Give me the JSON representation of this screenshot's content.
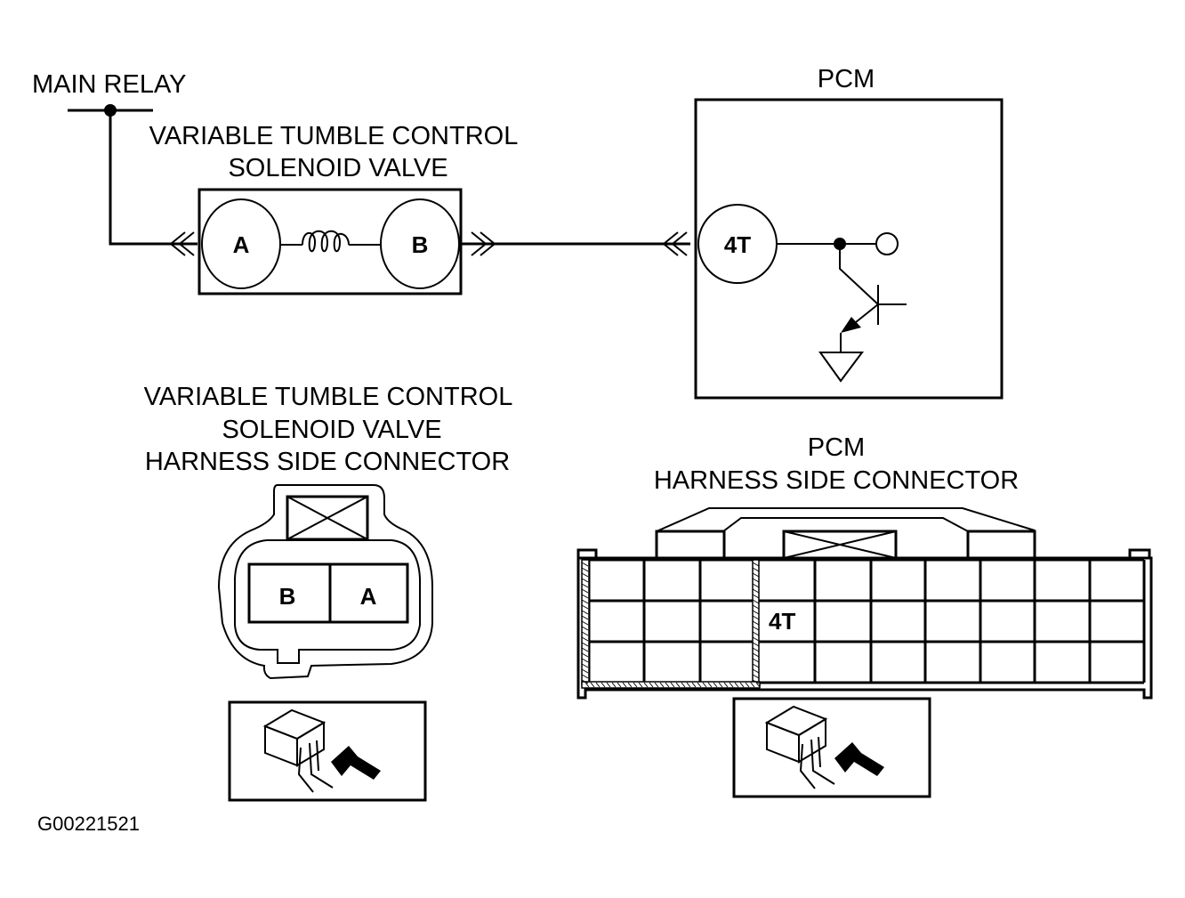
{
  "diagram": {
    "figure_id": "G00221521",
    "schematic": {
      "main_relay_label": "MAIN RELAY",
      "solenoid_title": [
        "VARIABLE TUMBLE CONTROL",
        "SOLENOID VALVE"
      ],
      "solenoid_pins": [
        "A",
        "B"
      ],
      "pcm_title": "PCM",
      "pcm_terminal": "4T"
    },
    "solenoid_connector": {
      "title": [
        "VARIABLE TUMBLE CONTROL",
        "SOLENOID VALVE",
        "HARNESS SIDE CONNECTOR"
      ],
      "pins": [
        "B",
        "A"
      ]
    },
    "pcm_connector": {
      "title": [
        "PCM",
        "HARNESS SIDE CONNECTOR"
      ],
      "highlighted_terminal": "4T",
      "rows": 3,
      "columns": 10
    },
    "colors": {
      "line": "#000000",
      "background": "#ffffff"
    }
  }
}
